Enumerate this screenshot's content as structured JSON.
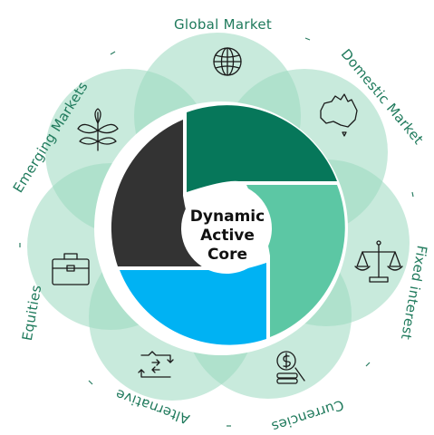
{
  "center_label": {
    "line1": "Dynamic",
    "line2": "Active",
    "line3": "Core"
  },
  "categories": [
    {
      "label": "Global Market",
      "icon": "globe-icon"
    },
    {
      "label": "Domestic Market",
      "icon": "australia-map-icon"
    },
    {
      "label": "Fixed interest",
      "icon": "balance-scale-icon"
    },
    {
      "label": "Currencies",
      "icon": "dollar-coins-icon"
    },
    {
      "label": "Alternative",
      "icon": "arrows-cycle-icon"
    },
    {
      "label": "Equities",
      "icon": "briefcase-icon"
    },
    {
      "label": "Emerging Markets",
      "icon": "sprout-plant-icon"
    }
  ],
  "colors": {
    "petal": "#9ad8c0",
    "label_green": "#1f7a5c",
    "core_dark_green": "#06775a",
    "core_light_green": "#5cc7a4",
    "core_blue": "#00b2f3",
    "core_black": "#333333"
  }
}
